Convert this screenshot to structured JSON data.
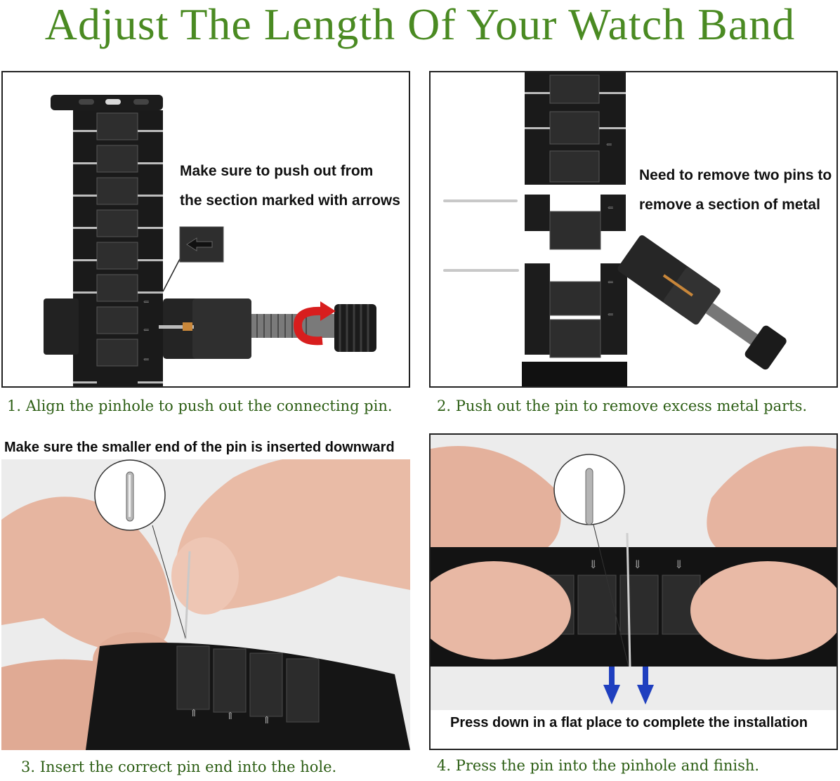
{
  "title": "Adjust The Length Of  Your Watch Band",
  "steps": [
    {
      "caption": "1. Align the pinhole to push out the connecting pin.",
      "note_line1": "Make sure to push out from",
      "note_line2": "the section marked with arrows"
    },
    {
      "caption": "2. Push out the pin to remove excess metal parts.",
      "note_line1": "Need to remove two pins to",
      "note_line2": "remove a section of metal"
    },
    {
      "caption": "3. Insert the correct pin end into the hole.",
      "note": "Make sure the smaller end of the pin is inserted downward"
    },
    {
      "caption": "4. Press the pin into the pinhole and finish.",
      "note": "Press down in a flat place to complete the installation"
    }
  ],
  "colors": {
    "title_green": "#4a8a22",
    "caption_green": "#2c5e14",
    "band_black": "#1a1a1a",
    "arrow_red": "#d81e1e",
    "arrow_blue": "#1f3fbf",
    "skin": "#e8b8a2"
  },
  "icons": [
    "left-arrow-icon",
    "red-curved-arrow-icon",
    "down-arrow-icon"
  ]
}
